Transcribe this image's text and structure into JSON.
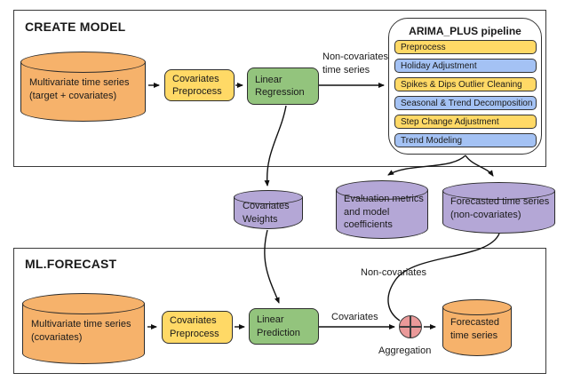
{
  "colors": {
    "orange": "#F6B26B",
    "yellow": "#FFD966",
    "green": "#93C47D",
    "purple": "#B4A7D6",
    "blue": "#A4C2F4",
    "red": "#EA9999"
  },
  "create_model": {
    "title": "CREATE MODEL",
    "input_store": "Multivariate time series\n(target + covariates)",
    "preprocess": "Covariates\nPreprocess",
    "regression": "Linear\nRegression",
    "edge_label": "Non-covariates\ntime series",
    "pipeline": {
      "title": "ARIMA_PLUS pipeline",
      "steps": [
        {
          "label": "Preprocess",
          "color": "yellow"
        },
        {
          "label": "Holiday Adjustment",
          "color": "blue"
        },
        {
          "label": "Spikes & Dips Outlier Cleaning",
          "color": "yellow"
        },
        {
          "label": "Seasonal & Trend Decomposition",
          "color": "blue"
        },
        {
          "label": "Step Change Adjustment",
          "color": "yellow"
        },
        {
          "label": "Trend Modeling",
          "color": "blue"
        }
      ]
    }
  },
  "outputs": {
    "covariates_weights": "Covariates\nWeights",
    "evaluation": "Evaluation metrics\nand model\ncoefficients",
    "forecast_noncovariates": "Forecasted time series\n(non-covariates)"
  },
  "ml_forecast": {
    "title": "ML.FORECAST",
    "input_store": "Multivariate time series\n(covariates)",
    "preprocess": "Covariates\nPreprocess",
    "prediction": "Linear\nPrediction",
    "covariates_label": "Covariates",
    "noncovariates_label": "Non-covariates",
    "aggregation_label": "Aggregation",
    "output_store": "Forecasted\ntime series"
  }
}
